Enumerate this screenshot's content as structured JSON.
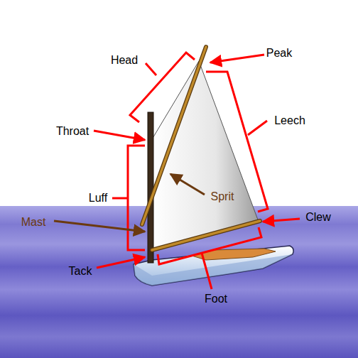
{
  "diagram": {
    "labels": [
      "Head",
      "Peak",
      "Throat",
      "Leech",
      "Sprit",
      "Luff",
      "Mast",
      "Clew",
      "Tack",
      "Foot"
    ]
  }
}
